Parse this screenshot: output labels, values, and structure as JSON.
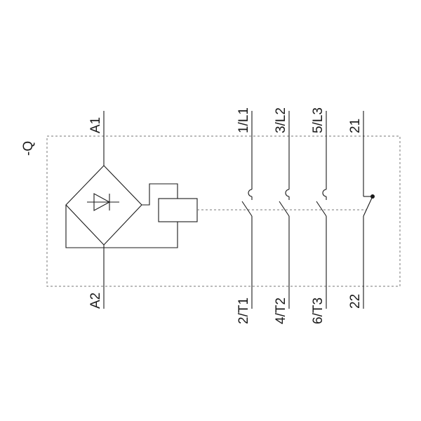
{
  "device_tag": "-Q",
  "coil": {
    "top_terminal": "A1",
    "bottom_terminal": "A2"
  },
  "main_contacts": [
    {
      "top": "1/L1",
      "bottom": "2/T1"
    },
    {
      "top": "3/L2",
      "bottom": "4/T2"
    },
    {
      "top": "5/L3",
      "bottom": "6/T3"
    }
  ],
  "auxiliary_contact": {
    "type": "normally-closed",
    "top": "21",
    "bottom": "22"
  },
  "colors": {
    "line": "#1a1a1a",
    "enclosure_dash": "#777777",
    "background": "#ffffff"
  }
}
